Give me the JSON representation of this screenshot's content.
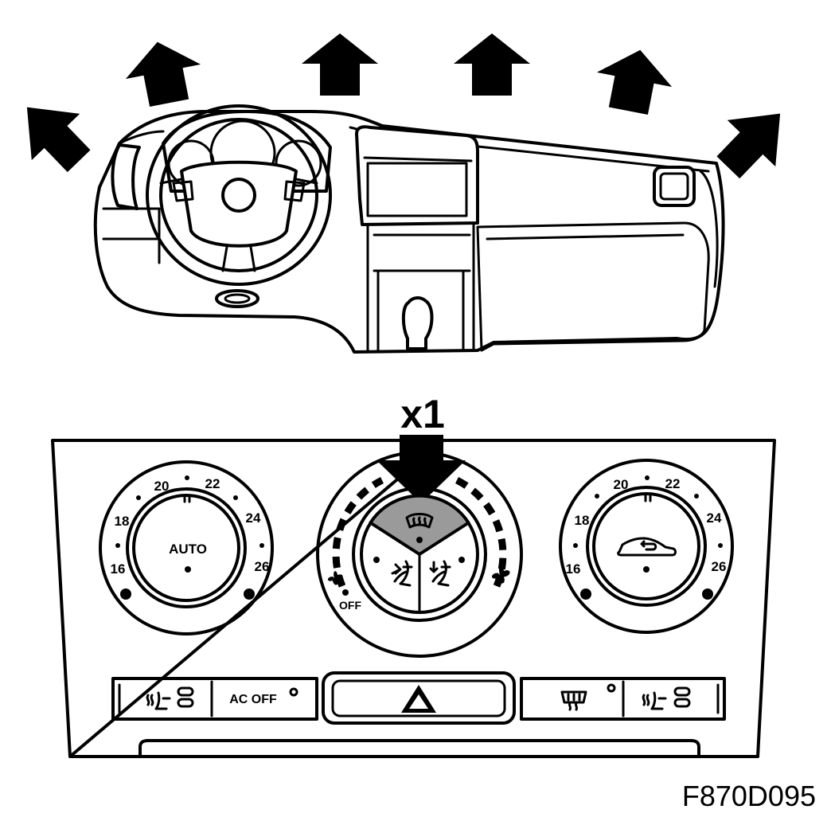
{
  "figure_id": "F870D095",
  "press_count": "x1",
  "left_dial": {
    "scale": [
      "16",
      "18",
      "20",
      "22",
      "24",
      "26"
    ],
    "center_label": "AUTO"
  },
  "center_dial": {
    "off_label": "OFF"
  },
  "right_dial": {
    "scale": [
      "16",
      "18",
      "20",
      "22",
      "24",
      "26"
    ]
  },
  "buttons": {
    "ac_off_label": "AC OFF"
  },
  "colors": {
    "ink": "#000000",
    "highlight": "#9a9a9a",
    "paper": "#ffffff"
  },
  "icons": {
    "direction_arrows": "airflow-arrow-icon",
    "press_arrow": "press-arrow-icon",
    "defrost_segment": "windscreen-defrost-icon",
    "seat_heater": "seat-heater-icon",
    "rear_window": "rear-window-defrost-icon",
    "hazard": "hazard-triangle-icon",
    "recirculation": "car-recirculation-icon",
    "fan": "fan-icon"
  }
}
